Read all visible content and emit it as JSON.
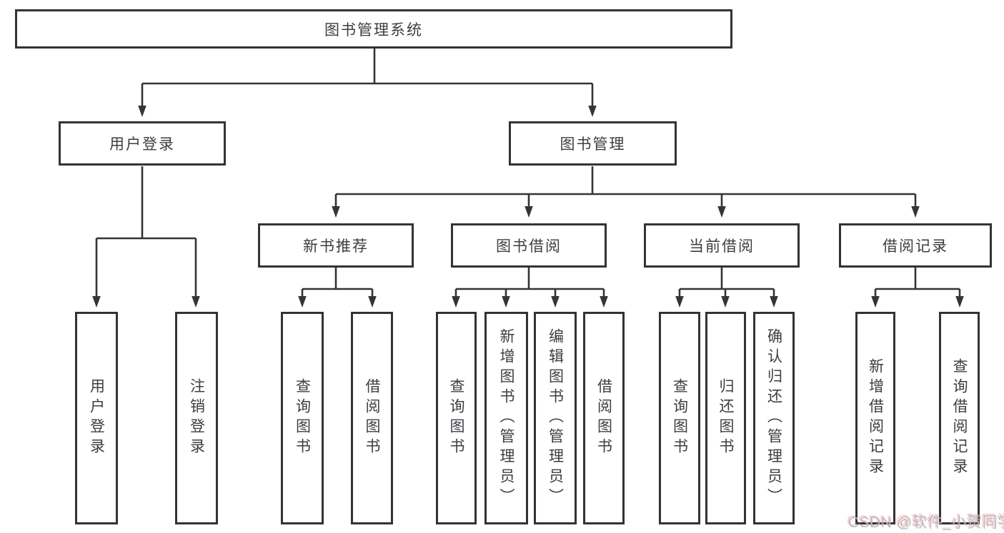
{
  "diagram": {
    "root": {
      "label": "图书管理系统"
    },
    "level2": {
      "user_login": {
        "label": "用户登录"
      },
      "book_management": {
        "label": "图书管理"
      }
    },
    "level3": {
      "new_book_recommend": {
        "label": "新书推荐"
      },
      "book_borrow": {
        "label": "图书借阅"
      },
      "current_borrow": {
        "label": "当前借阅"
      },
      "borrow_records": {
        "label": "借阅记录"
      }
    },
    "level4": {
      "user_login": [
        "用户登录",
        "注销登录"
      ],
      "new_book_recommend": [
        "查询图书",
        "借阅图书"
      ],
      "book_borrow": [
        "查询图书",
        "新增图书（管理员）",
        "编辑图书（管理员）",
        "借阅图书"
      ],
      "current_borrow": [
        "查询图书",
        "归还图书",
        "确认归还（管理员）"
      ],
      "borrow_records": [
        "新增借阅记录",
        "查询借阅记录"
      ]
    }
  },
  "watermark": {
    "text": "CSDN @软件_小贺同学"
  },
  "colors": {
    "line": "#353535",
    "box_border": "#333333",
    "text": "#3d3d43",
    "watermark_gray": "#b6bac0",
    "watermark_red": "#f78282",
    "background": "#ffffff"
  }
}
